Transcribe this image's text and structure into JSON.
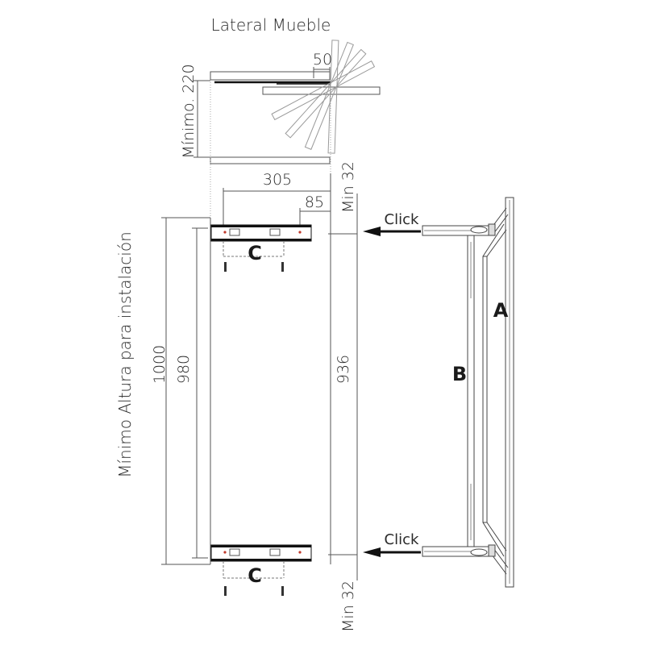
{
  "title": "Lateral Mueble",
  "top_view": {
    "min_depth_label": "Mínimo. 220",
    "hinge_offset_label": "50"
  },
  "dimensions": {
    "width_305": "305",
    "offset_85": "85",
    "min_32_top": "Min 32",
    "min_32_bottom": "Min 32",
    "height_1000": "1000",
    "height_980": "980",
    "height_936": "936",
    "min_height_label": "Mínimo Altura para instalación"
  },
  "parts": {
    "a": "A",
    "b": "B",
    "c_top": "C",
    "c_bottom": "C"
  },
  "callouts": {
    "click_top": "Click",
    "click_bottom": "Click"
  },
  "colors": {
    "line": "#555555",
    "dark": "#1a1a1a",
    "rail_red": "#c0392b"
  }
}
